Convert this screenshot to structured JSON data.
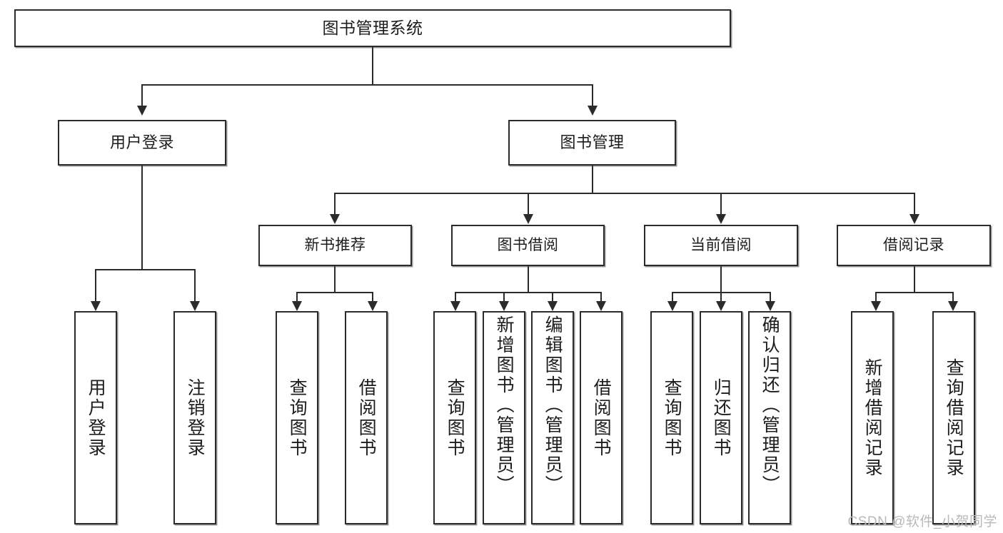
{
  "diagram": {
    "title": "图书管理系统",
    "type": "tree-hierarchy-diagram",
    "watermark": "CSDN @软件_小贺同学",
    "colors": {
      "background": "#ffffff",
      "box_border": "#2b2b2b",
      "box_fill": "#ffffff",
      "connector": "#2b2b2b",
      "text": "#1c1c1c",
      "watermark": "#b9b9b9"
    },
    "levels": {
      "root": {
        "label": "图书管理系统"
      },
      "level2": [
        {
          "label": "用户登录"
        },
        {
          "label": "图书管理"
        }
      ],
      "level3": [
        {
          "label": "新书推荐"
        },
        {
          "label": "图书借阅"
        },
        {
          "label": "当前借阅"
        },
        {
          "label": "借阅记录"
        }
      ],
      "leaves": {
        "user_login": [
          {
            "label": "用户登录"
          },
          {
            "label": "注销登录"
          }
        ],
        "new_book_recommend": [
          {
            "label": "查询图书"
          },
          {
            "label": "借阅图书"
          }
        ],
        "book_borrow": [
          {
            "label": "查询图书"
          },
          {
            "label": "新增图书（管理员）"
          },
          {
            "label": "编辑图书（管理员）"
          },
          {
            "label": "借阅图书"
          }
        ],
        "current_borrow": [
          {
            "label": "查询图书"
          },
          {
            "label": "归还图书"
          },
          {
            "label": "确认归还（管理员）"
          }
        ],
        "borrow_record": [
          {
            "label": "新增借阅记录"
          },
          {
            "label": "查询借阅记录"
          }
        ]
      }
    }
  }
}
